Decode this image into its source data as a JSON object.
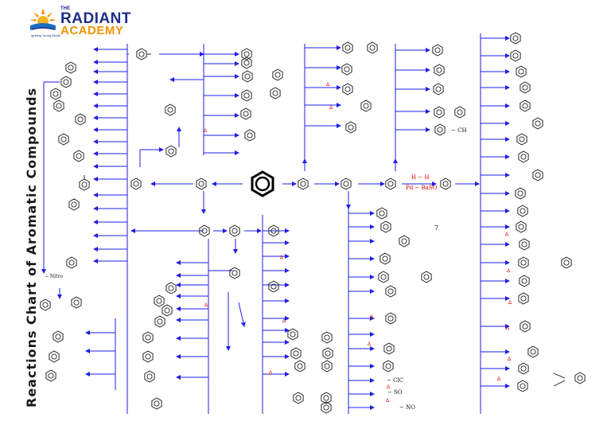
{
  "logo": {
    "the": "THE",
    "radiant": "RADIANT",
    "academy": "ACADEMY",
    "tagline": "Igniting Young Minds"
  },
  "side_title": "Reactions Chart of Aromatic Compounds",
  "catalyst": {
    "top": "H − H",
    "bottom": "Pd − BaSO"
  },
  "labels": {
    "ch": "− CH",
    "nitro": "− Nitro",
    "cic": "− ClC",
    "so": "− SO",
    "no": "− NO",
    "number_7": "7"
  },
  "colors": {
    "arrow": "#1f1fe6",
    "ring": "#111111",
    "delta": "#e00000",
    "title": "#1a1a1a",
    "brand_blue": "#1a2f8a",
    "brand_orange": "#f39200"
  }
}
